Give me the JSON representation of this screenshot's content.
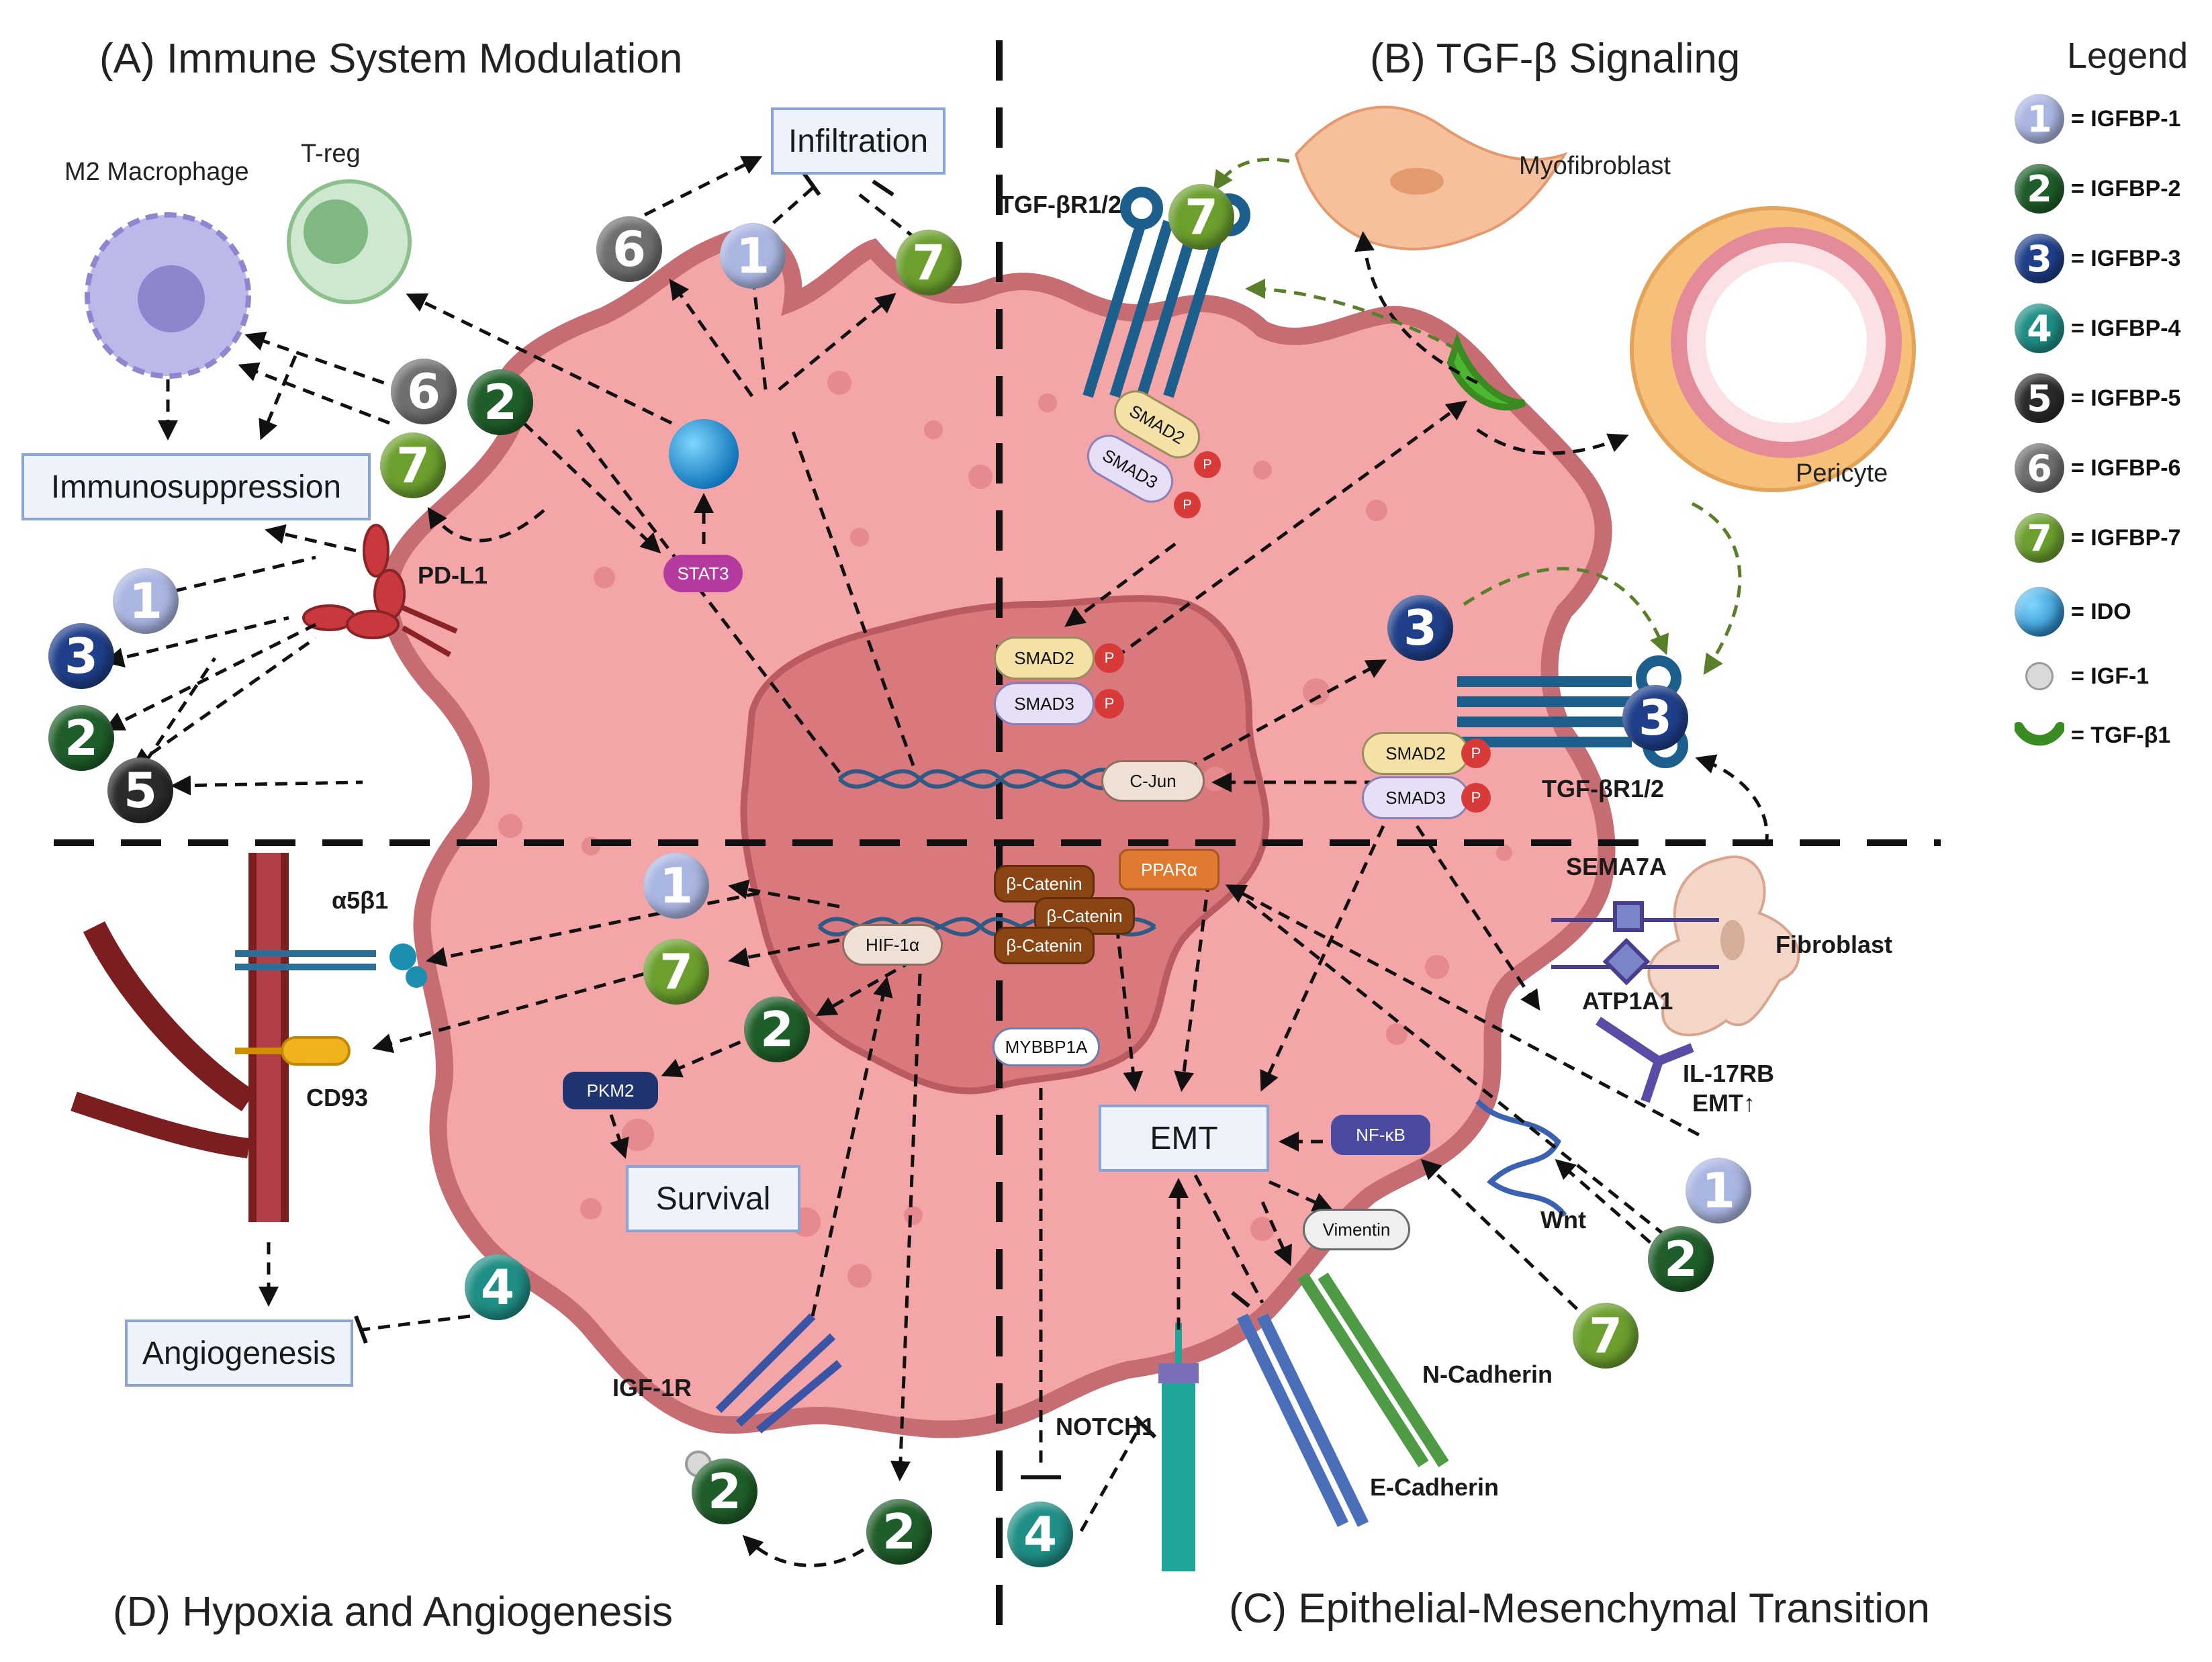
{
  "panels": {
    "a": "(A) Immune System Modulation",
    "b": "(B) TGF-β Signaling",
    "c": "(C) Epithelial-Mesenchymal Transition",
    "d": "(D) Hypoxia and Angiogenesis"
  },
  "boxes": {
    "infiltration": "Infiltration",
    "immunosuppression": "Immunosuppression",
    "survival": "Survival",
    "angiogenesis": "Angiogenesis",
    "emt": "EMT"
  },
  "cells": {
    "m2": "M2 Macrophage",
    "treg": "T-reg",
    "myofibroblast": "Myofibroblast",
    "pericyte": "Pericyte",
    "fibroblast": "Fibroblast"
  },
  "receptors": {
    "pdl1": "PD-L1",
    "tgfbr_top": "TGF-βR1/2",
    "tgfbr_right": "TGF-βR1/2",
    "a5b1": "α5β1",
    "cd93": "CD93",
    "igf1r": "IGF-1R",
    "sema7a": "SEMA7A",
    "atp1a1": "ATP1A1",
    "il17rb": "IL-17RB",
    "emt_up": "EMT↑",
    "wnt": "Wnt",
    "notch1": "NOTCH1",
    "ncad": "N-Cadherin",
    "ecad": "E-Cadherin"
  },
  "molecules": {
    "stat3": "STAT3",
    "smad2": "SMAD2",
    "smad3": "SMAD3",
    "p": "P",
    "cjun": "C-Jun",
    "pparA": "PPARα",
    "bcat": "β-Catenin",
    "hif": "HIF-1α",
    "pkm2": "PKM2",
    "mybbp1a": "MYBBP1A",
    "nfkb": "NF-κB",
    "vimentin": "Vimentin"
  },
  "legend": {
    "title": "Legend",
    "items": [
      {
        "num": "1",
        "label": "= IGFBP-1",
        "color": "#aab6e2"
      },
      {
        "num": "2",
        "label": "= IGFBP-2",
        "color": "#1f5e2a"
      },
      {
        "num": "3",
        "label": "= IGFBP-3",
        "color": "#1f3f8a"
      },
      {
        "num": "4",
        "label": "= IGFBP-4",
        "color": "#1f8f86"
      },
      {
        "num": "5",
        "label": "= IGFBP-5",
        "color": "#2b2b2b"
      },
      {
        "num": "6",
        "label": "= IGFBP-6",
        "color": "#6f6f6f"
      },
      {
        "num": "7",
        "label": "= IGFBP-7",
        "color": "#6c9f2e"
      }
    ],
    "ido": "= IDO",
    "igf1": "= IGF-1",
    "tgfb1": "= TGF-β1"
  },
  "badge_numbers": {
    "n1": "1",
    "n2": "2",
    "n3": "3",
    "n4": "4",
    "n5": "5",
    "n6": "6",
    "n7": "7"
  }
}
